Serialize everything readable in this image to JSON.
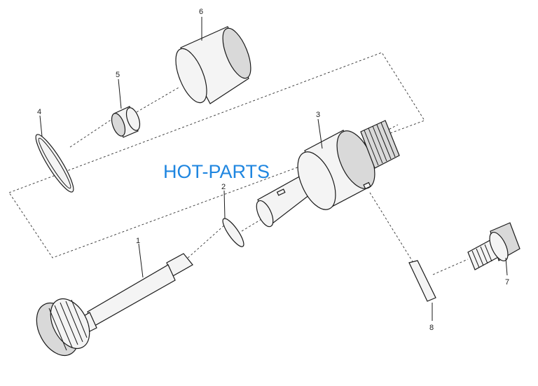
{
  "watermark": "HOT-PARTS",
  "callouts": [
    {
      "id": "1",
      "label": "1"
    },
    {
      "id": "2",
      "label": "2"
    },
    {
      "id": "3",
      "label": "3"
    },
    {
      "id": "4",
      "label": "4"
    },
    {
      "id": "5",
      "label": "5"
    },
    {
      "id": "6",
      "label": "6"
    },
    {
      "id": "7",
      "label": "7"
    },
    {
      "id": "8",
      "label": "8"
    }
  ],
  "colors": {
    "watermark": "#1f86e0",
    "ink": "#1a1a1a"
  }
}
